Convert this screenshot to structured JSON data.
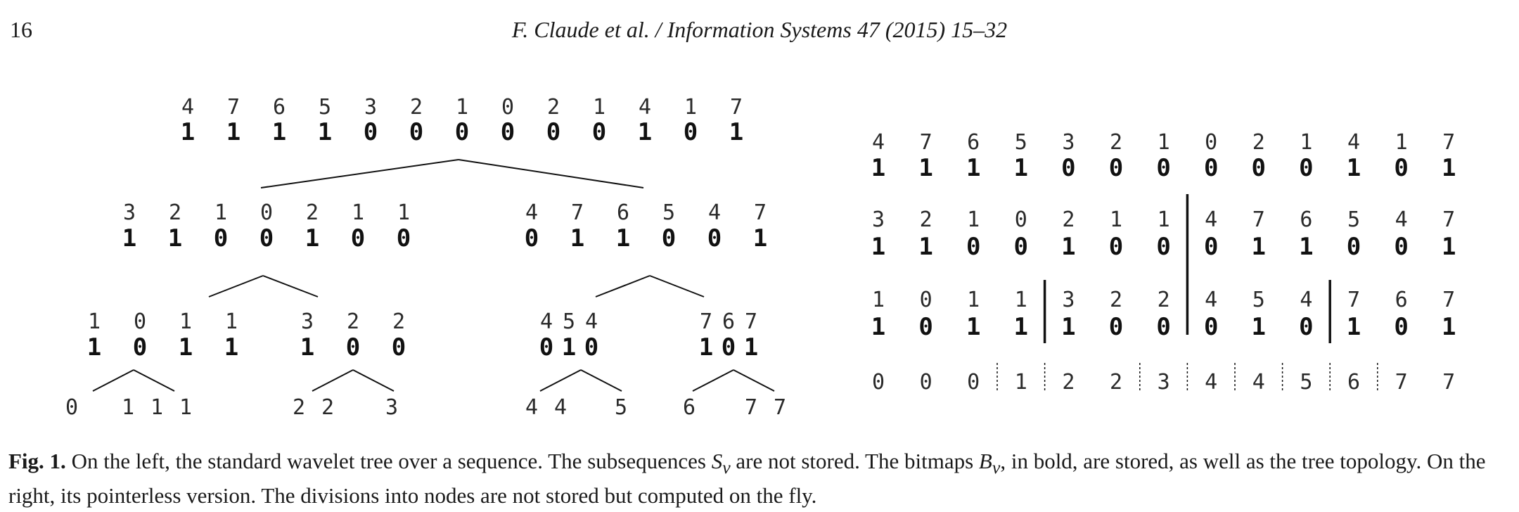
{
  "header": {
    "page_number": "16",
    "citation": "F. Claude et al. / Information Systems 47 (2015) 15–32"
  },
  "figure": {
    "left_tree": {
      "nodes": [
        {
          "seq": [
            "4",
            "7",
            "6",
            "5",
            "3",
            "2",
            "1",
            "0",
            "2",
            "1",
            "4",
            "1",
            "7"
          ],
          "bits": [
            "1",
            "1",
            "1",
            "1",
            "0",
            "0",
            "0",
            "0",
            "0",
            "0",
            "1",
            "0",
            "1"
          ]
        },
        {
          "seq": [
            "3",
            "2",
            "1",
            "0",
            "2",
            "1",
            "1"
          ],
          "bits": [
            "1",
            "1",
            "0",
            "0",
            "1",
            "0",
            "0"
          ]
        },
        {
          "seq": [
            "4",
            "7",
            "6",
            "5",
            "4",
            "7"
          ],
          "bits": [
            "0",
            "1",
            "1",
            "0",
            "0",
            "1"
          ]
        },
        {
          "seq": [
            "1",
            "0",
            "1",
            "1"
          ],
          "bits": [
            "1",
            "0",
            "1",
            "1"
          ]
        },
        {
          "seq": [
            "3",
            "2",
            "2"
          ],
          "bits": [
            "1",
            "0",
            "0"
          ]
        },
        {
          "seq": [
            "4",
            "5",
            "4"
          ],
          "bits": [
            "0",
            "1",
            "0"
          ]
        },
        {
          "seq": [
            "7",
            "6",
            "7"
          ],
          "bits": [
            "1",
            "0",
            "1"
          ]
        }
      ],
      "leaves": [
        [
          "0"
        ],
        [
          "1",
          "1",
          "1"
        ],
        [
          "2",
          "2"
        ],
        [
          "3"
        ],
        [
          "4",
          "4"
        ],
        [
          "5"
        ],
        [
          "6"
        ],
        [
          "7",
          "7"
        ]
      ]
    },
    "right_levels": [
      {
        "seq": [
          "4",
          "7",
          "6",
          "5",
          "3",
          "2",
          "1",
          "0",
          "2",
          "1",
          "4",
          "1",
          "7"
        ],
        "bits": [
          "1",
          "1",
          "1",
          "1",
          "0",
          "0",
          "0",
          "0",
          "0",
          "0",
          "1",
          "0",
          "1"
        ]
      },
      {
        "seq": [
          "3",
          "2",
          "1",
          "0",
          "2",
          "1",
          "1",
          "4",
          "7",
          "6",
          "5",
          "4",
          "7"
        ],
        "bits": [
          "1",
          "1",
          "0",
          "0",
          "1",
          "0",
          "0",
          "0",
          "1",
          "1",
          "0",
          "0",
          "1"
        ]
      },
      {
        "seq": [
          "1",
          "0",
          "1",
          "1",
          "3",
          "2",
          "2",
          "4",
          "5",
          "4",
          "7",
          "6",
          "7"
        ],
        "bits": [
          "1",
          "0",
          "1",
          "1",
          "1",
          "0",
          "0",
          "0",
          "1",
          "0",
          "1",
          "0",
          "1"
        ]
      }
    ],
    "right_leaves": [
      "0",
      "0",
      "0",
      "1",
      "2",
      "2",
      "3",
      "4",
      "4",
      "5",
      "6",
      "7",
      "7"
    ]
  },
  "caption": {
    "label": "Fig. 1.",
    "part1": "On the left, the standard wavelet tree over a sequence. The subsequences",
    "s_sym": "S",
    "v_sub": "v",
    "part2": "are not stored. The bitmaps",
    "b_sym": "B",
    "v_sub2": "v",
    "part3": ", in bold, are stored, as well as the tree topology. On the right, its pointerless version. The divisions into nodes are not stored but computed on the fly."
  }
}
